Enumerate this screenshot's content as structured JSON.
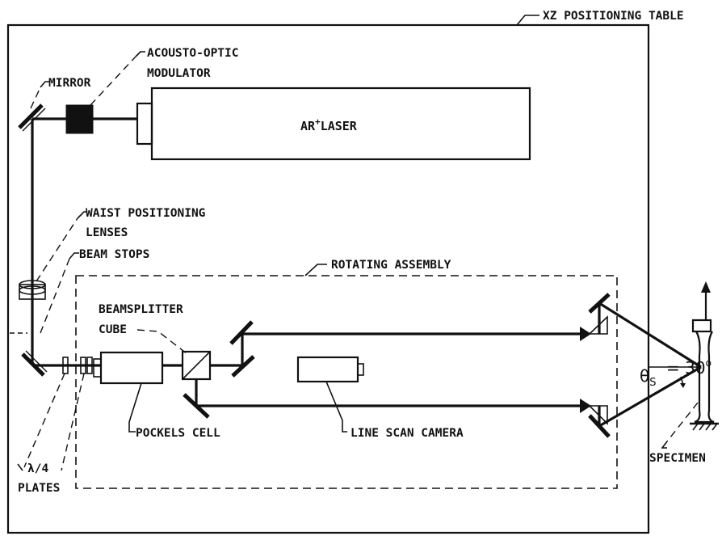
{
  "labels": {
    "xz_table": "XZ POSITIONING TABLE",
    "aom_line1": "ACOUSTO-OPTIC",
    "aom_line2": "MODULATOR",
    "mirror": "MIRROR",
    "laser_main": "AR",
    "laser_sup": "+",
    "laser_rest": "LASER",
    "waist_line1": "WAIST POSITIONING",
    "waist_line2": "LENSES",
    "beam_stops": "BEAM STOPS",
    "rotating_assembly": "ROTATING ASSEMBLY",
    "beamsplitter_line1": "BEAMSPLITTER",
    "beamsplitter_line2": "CUBE",
    "pockels_cell": "POCKELS CELL",
    "line_scan_camera": "LINE SCAN CAMERA",
    "plates_line1": "λ/4",
    "plates_line2": "PLATES",
    "specimen": "SPECIMEN",
    "theta": "θ",
    "theta_sub": "S",
    "theta_eq": "= 30",
    "theta_deg": "o"
  }
}
